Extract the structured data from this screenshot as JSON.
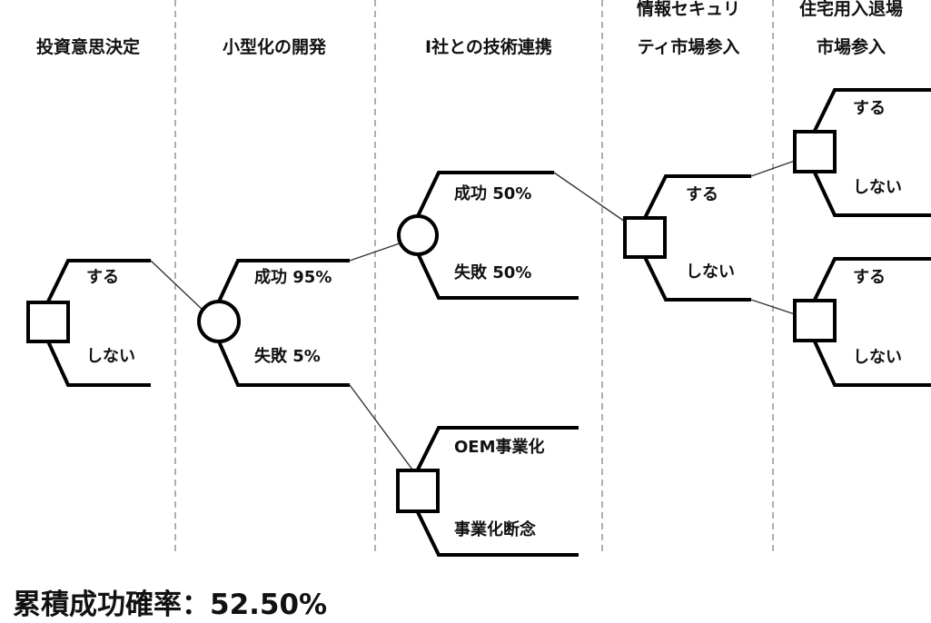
{
  "columns": [
    {
      "line1": "",
      "line2": "投資意思決定"
    },
    {
      "line1": "",
      "line2": "小型化の開発"
    },
    {
      "line1": "",
      "line2": "I社との技術連携"
    },
    {
      "line1": "情報セキュリ",
      "line2": "ティ市場参入"
    },
    {
      "line1": "住宅用入退場",
      "line2": "市場参入"
    }
  ],
  "nodes": {
    "invest_decision": {
      "type": "decision",
      "options": [
        "する",
        "しない"
      ]
    },
    "miniaturization_chance": {
      "type": "chance",
      "outcomes": [
        "成功 95%",
        "失敗 5%"
      ]
    },
    "alliance_chance": {
      "type": "chance",
      "outcomes": [
        "成功 50%",
        "失敗 50%"
      ]
    },
    "oem_decision": {
      "type": "decision",
      "options": [
        "OEM事業化",
        "事業化断念"
      ]
    },
    "security_decision": {
      "type": "decision",
      "options": [
        "する",
        "しない"
      ]
    },
    "residential_decision_a": {
      "type": "decision",
      "options": [
        "する",
        "しない"
      ]
    },
    "residential_decision_b": {
      "type": "decision",
      "options": [
        "する",
        "しない"
      ]
    }
  },
  "footer": {
    "cumulative_label": "累積成功確率：52.50%"
  }
}
